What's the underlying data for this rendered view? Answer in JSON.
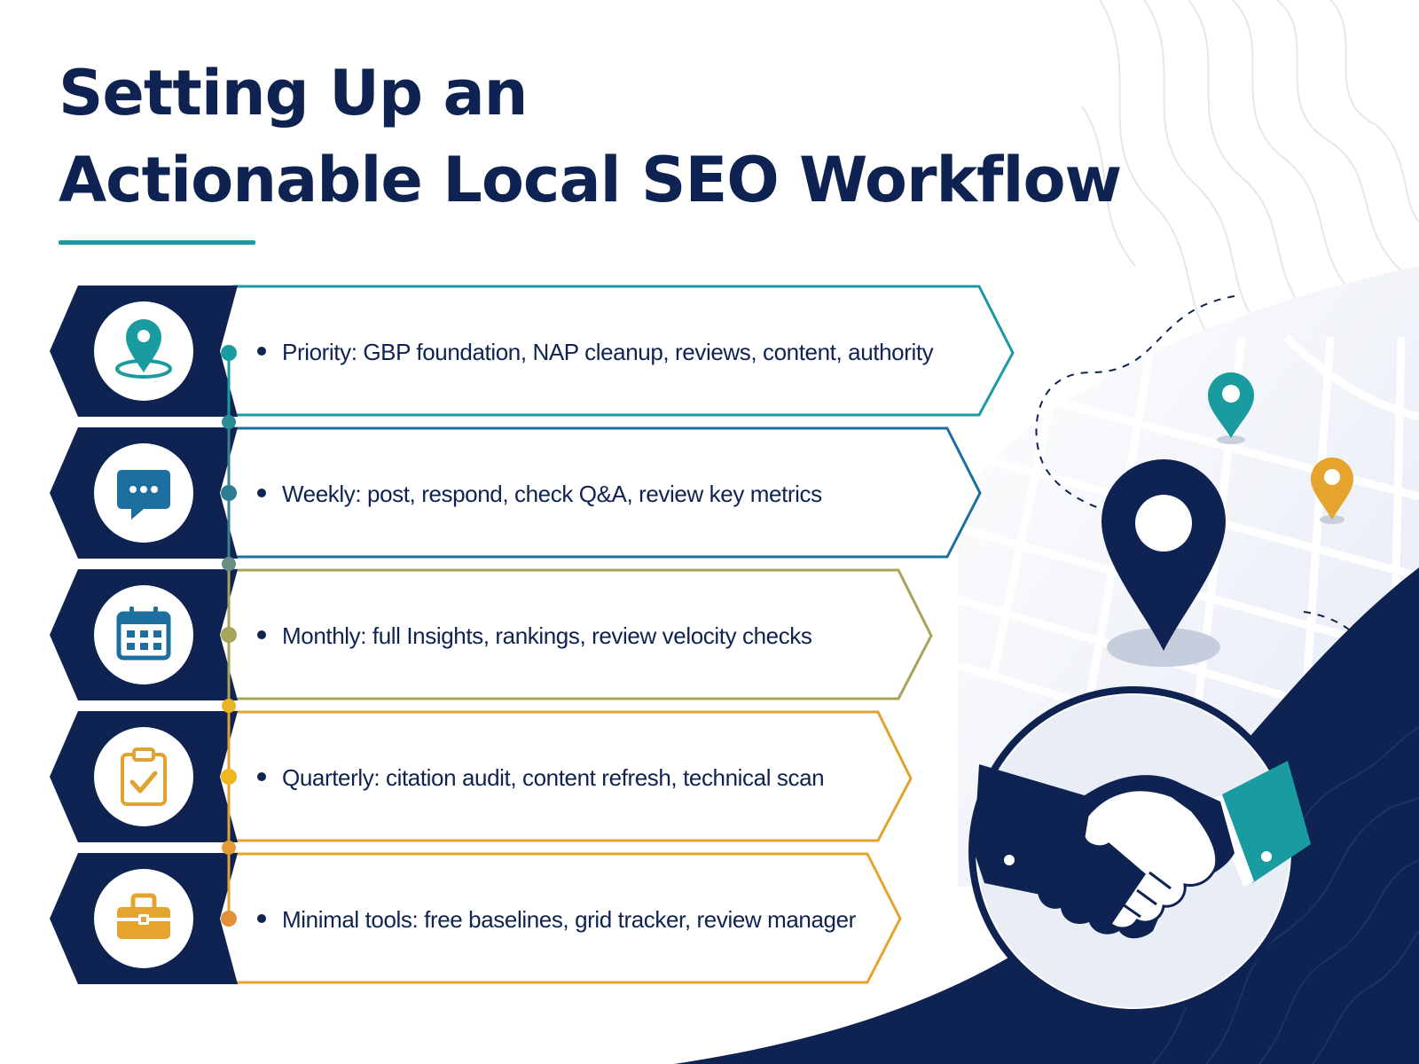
{
  "title": {
    "line1": "Setting Up an",
    "line2": "Actionable Local SEO Workflow"
  },
  "colors": {
    "navy": "#0f2352",
    "teal": "#1a9ba0",
    "gold": "#e4a42d",
    "olive": "#a6a55a"
  },
  "steps": [
    {
      "label": "Priority: GBP foundation, NAP cleanup, reviews, content, authority",
      "icon": "location-pin-icon",
      "accent": "#1a9ba0"
    },
    {
      "label": "Weekly: post, respond, check Q&A, review key metrics",
      "icon": "chat-bubble-icon",
      "accent": "#1d6fa0"
    },
    {
      "label": "Monthly: full Insights, rankings, review velocity checks",
      "icon": "calendar-icon",
      "accent": "#a6a55a"
    },
    {
      "label": "Quarterly: citation audit, content refresh, technical scan",
      "icon": "clipboard-check-icon",
      "accent": "#e2a22f"
    },
    {
      "label": "Minimal tools: free baselines, grid tracker, review manager",
      "icon": "toolbox-icon",
      "accent": "#e4a42d"
    }
  ],
  "illustration": {
    "pins": [
      "large-map-pin-icon",
      "teal-map-pin-icon",
      "gold-map-pin-icon"
    ],
    "centerpiece": "handshake-icon"
  }
}
